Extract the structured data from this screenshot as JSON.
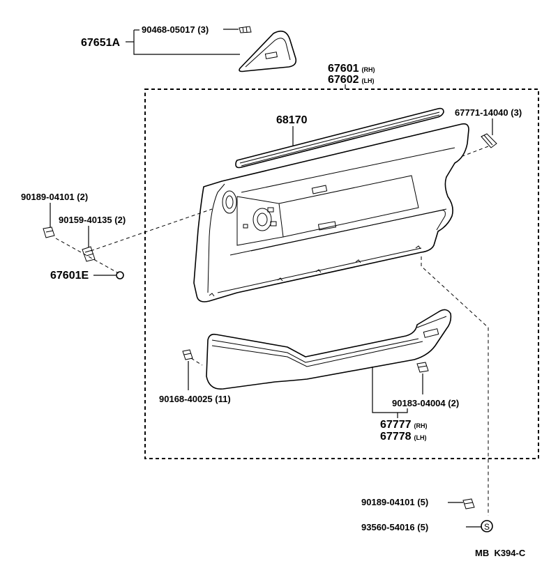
{
  "diagram": {
    "parts": {
      "cover_67651A": {
        "number": "67651A"
      },
      "screw_cover": {
        "number": "90468-05017",
        "qty": "(3)"
      },
      "board_assy": {
        "rh": "67601",
        "rh_tag": "(RH)",
        "lh": "67602",
        "lh_tag": "(LH)"
      },
      "weatherstrip": {
        "number": "68170"
      },
      "clip_top": {
        "number": "67771-14040",
        "qty": "(3)"
      },
      "nut_left": {
        "number": "90189-04101",
        "qty": "(2)"
      },
      "screw_left": {
        "number": "90159-40135",
        "qty": "(2)"
      },
      "cap_left": {
        "number": "67601E"
      },
      "screw_bottom": {
        "number": "90168-40025",
        "qty": "(11)"
      },
      "nut_lower": {
        "number": "90183-04004",
        "qty": "(2)"
      },
      "lower_panel": {
        "rh": "67777",
        "rh_tag": "(RH)",
        "lh": "67778",
        "lh_tag": "(LH)"
      },
      "nut_bottom": {
        "number": "90189-04101",
        "qty": "(5)"
      },
      "clip_bottom": {
        "number": "93560-54016",
        "qty": "(5)",
        "symbol": "S"
      }
    },
    "footer_code": "MB  K394-C"
  }
}
